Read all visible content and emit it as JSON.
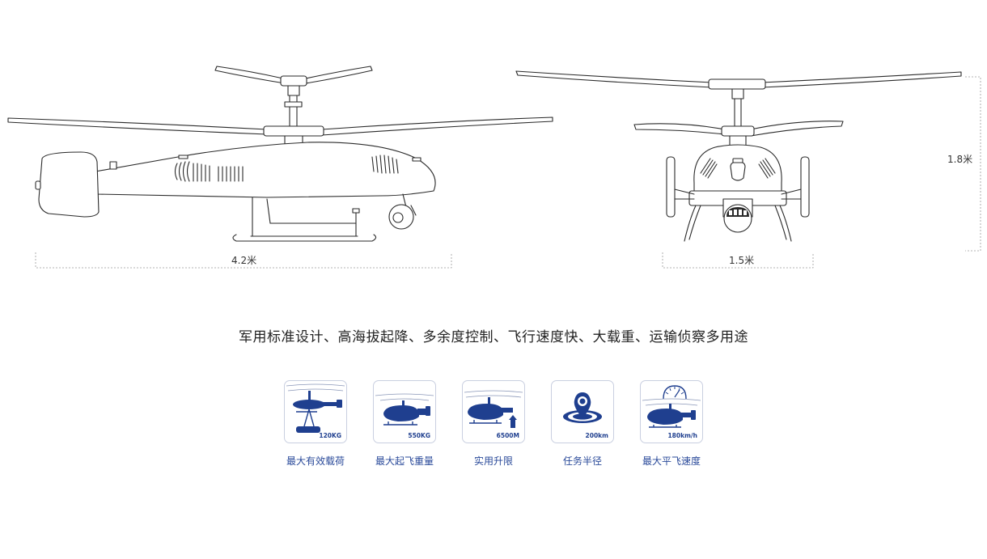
{
  "dimensions": {
    "length": "4.2米",
    "width": "1.5米",
    "height": "1.8米"
  },
  "tagline": "军用标准设计、高海拔起降、多余度控制、飞行速度快、大载重、运输侦察多用途",
  "features": [
    {
      "icon": "payload-helicopter-icon",
      "value": "120KG",
      "label": "最大有效载荷"
    },
    {
      "icon": "takeoff-weight-helicopter-icon",
      "value": "550KG",
      "label": "最大起飞重量"
    },
    {
      "icon": "ceiling-helicopter-icon",
      "value": "6500M",
      "label": "实用升限"
    },
    {
      "icon": "radius-target-icon",
      "value": "200km",
      "label": "任务半径"
    },
    {
      "icon": "speed-gauge-helicopter-icon",
      "value": "180km/h",
      "label": "最大平飞速度"
    }
  ],
  "colors": {
    "accent": "#1f3f8f",
    "line": "#2a2a2a",
    "card_border": "#c9cfe0"
  }
}
